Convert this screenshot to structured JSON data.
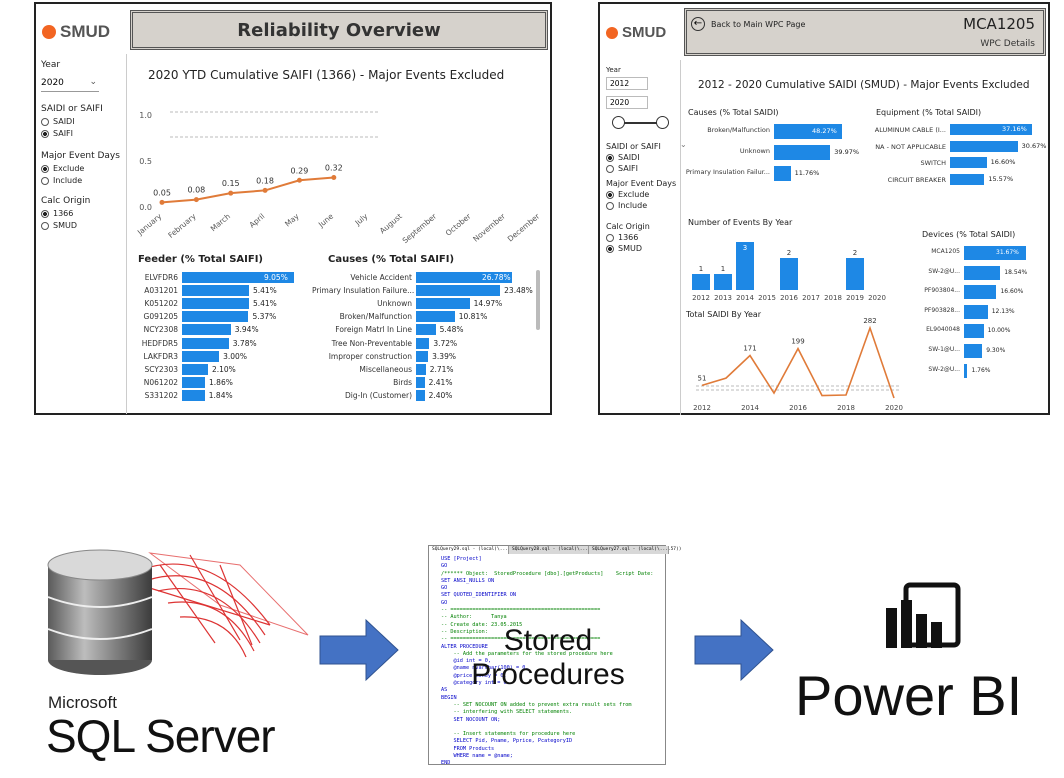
{
  "panel1": {
    "logo": "SMUD",
    "title": "Reliability Overview",
    "year_label": "Year",
    "year_value": "2020",
    "metric_label": "SAIDI or SAIFI",
    "metric_options": [
      "SAIDI",
      "SAIFI"
    ],
    "major_label": "Major Event Days",
    "major_options": [
      "Exclude",
      "Include"
    ],
    "calc_label": "Calc Origin",
    "calc_options": [
      "1366",
      "SMUD"
    ],
    "chart_title": "2020 YTD Cumulative SAIFI (1366) - Major Events Excluded",
    "feeder_title": "Feeder (% Total SAIFI)",
    "causes_title": "Causes (% Total SAIFI)"
  },
  "panel2": {
    "logo": "SMUD",
    "back_label": "Back to Main WPC Page",
    "device_id": "MCA1205",
    "subtitle": "WPC Details",
    "year_label": "Year",
    "year_from": "2012",
    "year_to": "2020",
    "metric_label": "SAIDI or SAIFI",
    "metric_options": [
      "SAIDI",
      "SAIFI"
    ],
    "major_label": "Major Event Days",
    "major_options": [
      "Exclude",
      "Include"
    ],
    "calc_label": "Calc Origin",
    "calc_options": [
      "1366",
      "SMUD"
    ],
    "main_title": "2012 - 2020 Cumulative SAIDI (SMUD) - Major Events Excluded",
    "causes_title": "Causes (% Total SAIDI)",
    "equipment_title": "Equipment (% Total SAIDI)",
    "events_title": "Number of Events By Year",
    "saidi_title": "Total SAIDI By Year",
    "devices_title": "Devices (% Total SAIDI)"
  },
  "flow": {
    "sql_brand_top": "Microsoft",
    "sql_brand_bottom": "SQL Server",
    "stored_label_1": "Stored",
    "stored_label_2": "Procedures",
    "powerbi_label": "Power BI",
    "code_tabs": [
      "SQLQuery29.sql - (local)\\....A13)",
      "SQLQuery28.sql - (local)\\....60))",
      "SQLQuery27.sql - (local)\\....57))"
    ],
    "code_lines": [
      "USE [Project]",
      "GO",
      "/****** Object:  StoredProcedure [dbo].[getProducts]    Script Date:",
      "SET ANSI_NULLS ON",
      "GO",
      "SET QUOTED_IDENTIFIER ON",
      "GO",
      "-- ================================================",
      "-- Author:      Tanya",
      "-- Create date: 23.05.2015",
      "-- Description:",
      "-- ================================================",
      "ALTER PROCEDURE",
      "    -- Add the parameters for the stored procedure here",
      "    @id int = 0,",
      "    @name nvarchar(100) = 0,",
      "    @price money = 0,",
      "    @category int = 0",
      "AS",
      "BEGIN",
      "    -- SET NOCOUNT ON added to prevent extra result sets from",
      "    -- interfering with SELECT statements.",
      "    SET NOCOUNT ON;",
      "",
      "    -- Insert statements for procedure here",
      "    SELECT Pid, Pname, Pprice, PcategoryID",
      "    FROM Products",
      "    WHERE name = @name;",
      "END"
    ]
  },
  "chart_data": [
    {
      "type": "line",
      "title": "2020 YTD Cumulative SAIFI (1366) - Major Events Excluded",
      "categories": [
        "January",
        "February",
        "March",
        "April",
        "May",
        "June",
        "July",
        "August",
        "September",
        "October",
        "November",
        "December"
      ],
      "values": [
        0.05,
        0.08,
        0.15,
        0.18,
        0.29,
        0.32
      ],
      "value_labels": [
        "0.05",
        "0.08",
        "0.15",
        "0.18",
        "0.29",
        "0.32"
      ],
      "yticks": [
        "0.0",
        "0.5",
        "1.0"
      ],
      "ylim": [
        0,
        1.15
      ],
      "color": "#e07b39"
    },
    {
      "type": "bar",
      "title": "Feeder (% Total SAIFI)",
      "categories": [
        "ELVFDR6",
        "A031201",
        "K051202",
        "G091205",
        "NCY2308",
        "HEDFDR5",
        "LAKFDR3",
        "SCY2303",
        "N061202",
        "S331202"
      ],
      "values": [
        9.05,
        5.41,
        5.41,
        5.37,
        3.94,
        3.78,
        3.0,
        2.1,
        1.86,
        1.84
      ],
      "value_labels": [
        "9.05%",
        "5.41%",
        "5.41%",
        "5.37%",
        "3.94%",
        "3.78%",
        "3.00%",
        "2.10%",
        "1.86%",
        "1.84%"
      ]
    },
    {
      "type": "bar",
      "title": "Causes (% Total SAIFI)",
      "categories": [
        "Vehicle Accident",
        "Primary Insulation Failure...",
        "Unknown",
        "Broken/Malfunction",
        "Foreign Matrl In Line",
        "Tree Non-Preventable",
        "Improper construction",
        "Miscellaneous",
        "Birds",
        "Dig-In (Customer)"
      ],
      "values": [
        26.78,
        23.48,
        14.97,
        10.81,
        5.48,
        3.72,
        3.39,
        2.71,
        2.41,
        2.4
      ],
      "value_labels": [
        "26.78%",
        "23.48%",
        "14.97%",
        "10.81%",
        "5.48%",
        "3.72%",
        "3.39%",
        "2.71%",
        "2.41%",
        "2.40%"
      ]
    },
    {
      "type": "bar",
      "title": "Causes (% Total SAIDI)",
      "categories": [
        "Broken/Malfunction",
        "Unknown",
        "Primary Insulation Failur..."
      ],
      "values": [
        48.27,
        39.97,
        11.76
      ],
      "value_labels": [
        "48.27%",
        "39.97%",
        "11.76%"
      ]
    },
    {
      "type": "bar",
      "title": "Equipment (% Total SAIDI)",
      "categories": [
        "ALUMINUM CABLE (I...",
        "NA - NOT APPLICABLE",
        "SWITCH",
        "CIRCUIT BREAKER"
      ],
      "values": [
        37.16,
        30.67,
        16.6,
        15.57
      ],
      "value_labels": [
        "37.16%",
        "30.67%",
        "16.60%",
        "15.57%"
      ]
    },
    {
      "type": "bar",
      "title": "Number of Events By Year",
      "categories": [
        "2012",
        "2013",
        "2014",
        "2015",
        "2016",
        "2017",
        "2018",
        "2019",
        "2020"
      ],
      "values": [
        1,
        1,
        3,
        0,
        2,
        0,
        0,
        2,
        0
      ],
      "value_labels": [
        "1",
        "1",
        "3",
        "",
        "2",
        "",
        "",
        "2",
        ""
      ]
    },
    {
      "type": "line",
      "title": "Total SAIDI By Year",
      "x": [
        "2012",
        "2013",
        "2014",
        "2015",
        "2016",
        "2017",
        "2018",
        "2019",
        "2020"
      ],
      "values": [
        51,
        80,
        171,
        20,
        199,
        10,
        12,
        282,
        0
      ],
      "value_labels": [
        "51",
        "",
        "171",
        "",
        "199",
        "",
        "",
        "282",
        ""
      ],
      "xticks": [
        "2012",
        "2014",
        "2016",
        "2018",
        "2020"
      ],
      "color": "#e07b39"
    },
    {
      "type": "bar",
      "title": "Devices (% Total SAIDI)",
      "categories": [
        "MCA1205",
        "SW-2@U...",
        "PF903804...",
        "PF903828...",
        "EL9040048",
        "SW-1@U...",
        "SW-2@U..."
      ],
      "values": [
        31.67,
        18.54,
        16.6,
        12.13,
        10.0,
        9.3,
        1.76
      ],
      "value_labels": [
        "31.67%",
        "18.54%",
        "16.60%",
        "12.13%",
        "10.00%",
        "9.30%",
        "1.76%"
      ]
    }
  ]
}
